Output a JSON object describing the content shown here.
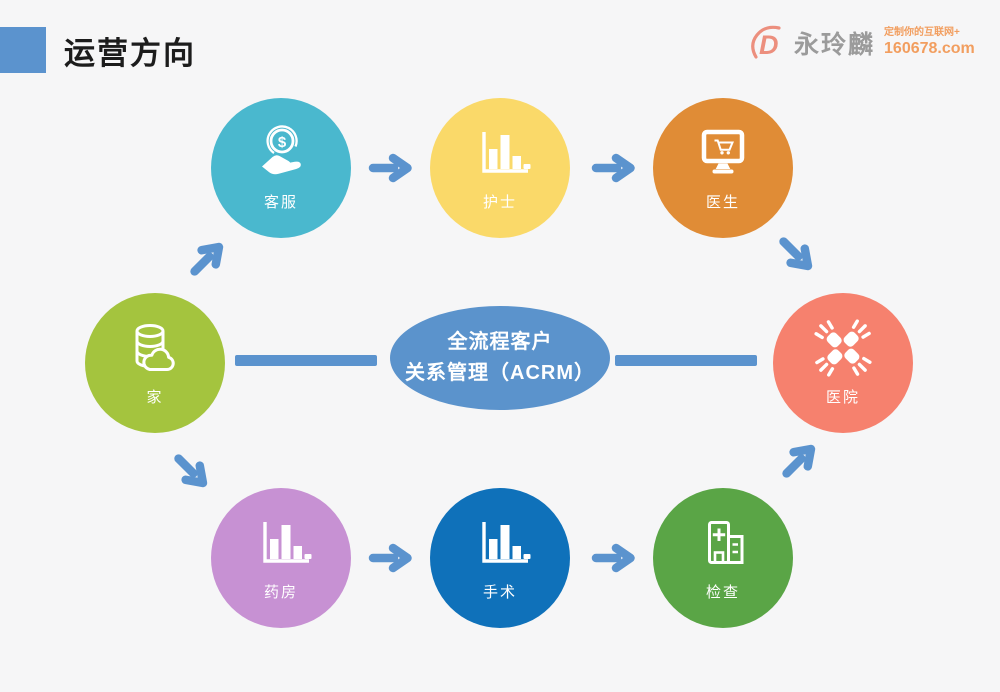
{
  "page": {
    "background": "#f6f6f7"
  },
  "header": {
    "title": "运营方向",
    "accent_color": "#5b93ce",
    "title_color": "#1c1c1c"
  },
  "logo": {
    "brand": "永玲麟",
    "tagline": "定制你的互联网+",
    "domain": "160678.com",
    "mark_color": "#ec8f7e",
    "brand_color": "#9b9b9b",
    "accent_color": "#f29e5f"
  },
  "diagram": {
    "arrow_color": "#5b93ce",
    "connector_color": "#5b93ce",
    "center": {
      "line1": "全流程客户",
      "line2": "关系管理（ACRM）",
      "fill": "#5b93cc",
      "text_color": "#ffffff"
    }
  },
  "nodes": [
    {
      "id": "customer-service",
      "label": "客服",
      "color": "#4ab8ce",
      "icon": "hand-coin-icon"
    },
    {
      "id": "nurse",
      "label": "护士",
      "color": "#fad969",
      "icon": "bar-chart-icon"
    },
    {
      "id": "doctor",
      "label": "医生",
      "color": "#e08c36",
      "icon": "monitor-cart-icon"
    },
    {
      "id": "home",
      "label": "家",
      "color": "#a4c43e",
      "icon": "database-cloud-icon"
    },
    {
      "id": "hospital",
      "label": "医院",
      "color": "#f6816e",
      "icon": "hands-cooperation-icon"
    },
    {
      "id": "pharmacy",
      "label": "药房",
      "color": "#c791d3",
      "icon": "bar-chart-icon"
    },
    {
      "id": "surgery",
      "label": "手术",
      "color": "#0f71ba",
      "icon": "bar-chart-icon"
    },
    {
      "id": "examination",
      "label": "检查",
      "color": "#5aa546",
      "icon": "hospital-building-icon"
    }
  ]
}
